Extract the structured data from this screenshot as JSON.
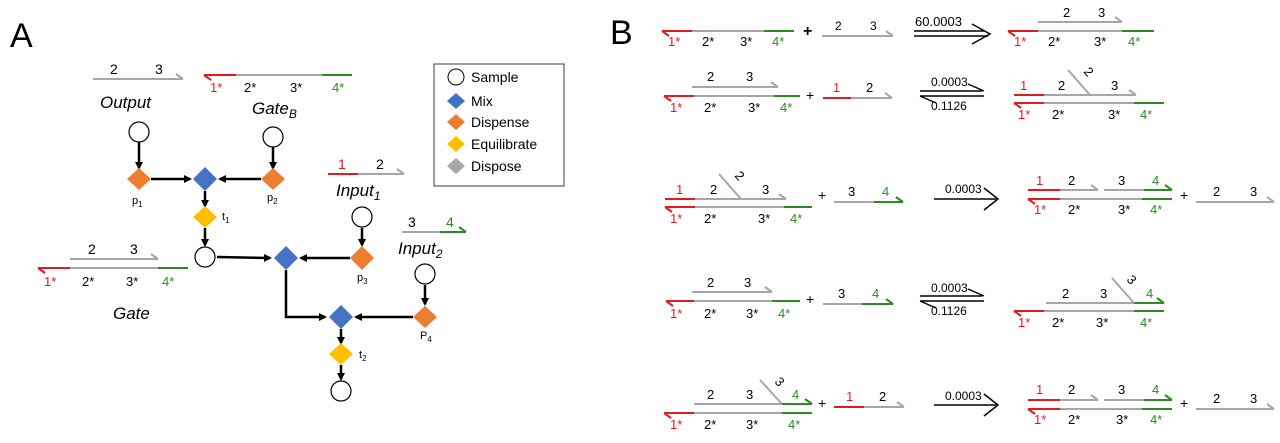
{
  "panels": {
    "a": "A",
    "b": "B"
  },
  "legend": [
    {
      "shape": "circle",
      "label": "Sample"
    },
    {
      "shape": "diamond",
      "color": "#4472c4",
      "label": "Mix"
    },
    {
      "shape": "diamond",
      "color": "#ed7d31",
      "label": "Dispense"
    },
    {
      "shape": "diamond",
      "color": "#ffc000",
      "label": "Equilibrate"
    },
    {
      "shape": "diamond",
      "color": "#a6a6a6",
      "label": "Dispose"
    }
  ],
  "strands": {
    "output": {
      "name": "Output",
      "d1": "2",
      "d2": "3"
    },
    "gate_b": {
      "name": "Gate",
      "sub": "B",
      "t1": "1*",
      "t2": "2*",
      "t3": "3*",
      "t4": "4*"
    },
    "input1": {
      "name": "Input",
      "sub": "1",
      "d1": "1",
      "d2": "2"
    },
    "input2": {
      "name": "Input",
      "sub": "2",
      "d1": "3",
      "d2": "4"
    },
    "gate": {
      "name": "Gate",
      "t1": "1*",
      "t2": "2*",
      "t3": "3*",
      "t4": "4*",
      "d1": "2",
      "d2": "3"
    }
  },
  "nodes": {
    "p1": {
      "label": "p",
      "sub": "1"
    },
    "p2": {
      "label": "p",
      "sub": "2"
    },
    "p3": {
      "label": "p",
      "sub": "3"
    },
    "p4": {
      "label": "P",
      "sub": "4"
    },
    "t1": {
      "label": "t",
      "sub": "1"
    },
    "t2": {
      "label": "t",
      "sub": "2"
    }
  },
  "reactions": [
    {
      "rate_fwd": "60.0003"
    },
    {
      "rate_fwd": "0.0003",
      "rate_rev": "0.1126"
    },
    {
      "rate_fwd": "0.0003"
    },
    {
      "rate_fwd": "0.0003",
      "rate_rev": "0.1126"
    },
    {
      "rate_fwd": "0.0003"
    }
  ],
  "symbols": {
    "plus": "+"
  },
  "domains": {
    "d1": "1",
    "d2": "2",
    "d3": "3",
    "d4": "4",
    "c1": "1*",
    "c2": "2*",
    "c3": "3*",
    "c4": "4*"
  },
  "colors": {
    "red": "#e41a1c",
    "green": "#2e8b22",
    "gray": "#a6a6a6",
    "mix": "#4472c4",
    "dispense": "#ed7d31",
    "equilibrate": "#ffc000"
  }
}
